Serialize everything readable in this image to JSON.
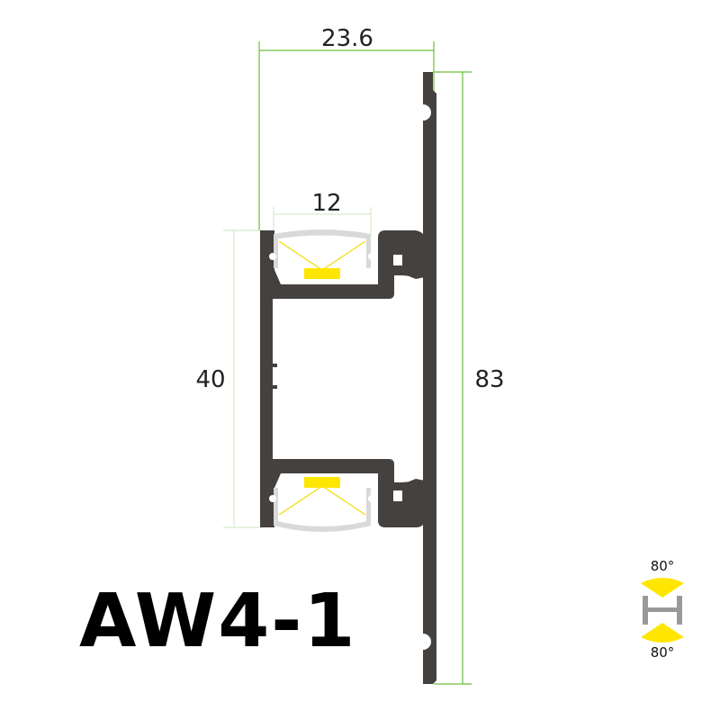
{
  "product": {
    "model": "AW4-1"
  },
  "dimensions": {
    "overall_width": "23.6",
    "overall_height": "83",
    "channel_height": "40",
    "led_channel_width": "12"
  },
  "beam": {
    "angle_up": "80°",
    "angle_down": "80°"
  },
  "colors": {
    "profile": "#45413f",
    "diffuser": "#d9d9d9",
    "led": "#ffe600",
    "beam_lines": "#f2dc00",
    "dimension_lines": "#6bbf3a",
    "dimension_lines_light": "#cfe6c2",
    "text": "#222222"
  }
}
